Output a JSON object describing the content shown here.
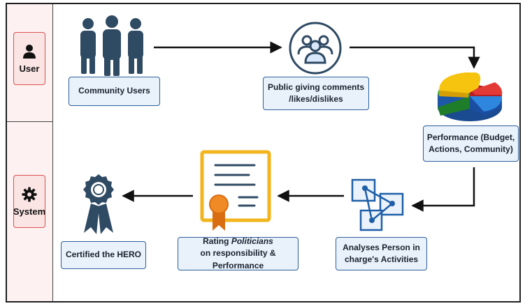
{
  "lanes": {
    "user": {
      "label": "User",
      "icon": "person-icon"
    },
    "system": {
      "label": "System",
      "icon": "gear-icon"
    }
  },
  "nodes": {
    "community_users": {
      "label": "Community Users",
      "icon": "people-group-icon"
    },
    "public_comments": {
      "line1": "Public giving comments",
      "line2": "/likes/dislikes",
      "icon": "people-circle-icon"
    },
    "performance": {
      "line1": "Performance (Budget,",
      "line2": "Actions, Community)",
      "icon": "pie-chart-icon"
    },
    "analyses": {
      "line1": "Analyses Person in",
      "line2": "charge's Activities",
      "icon": "network-analysis-icon"
    },
    "rating": {
      "line1_prefix": "Rating ",
      "line1_em": "Politicians",
      "line2": "on responsibility & Performance",
      "icon": "certificate-icon"
    },
    "certified": {
      "label": "Certified the HERO",
      "icon": "award-ribbon-icon"
    }
  },
  "colors": {
    "box_fill": "#e9f1fa",
    "box_border": "#2b5f99",
    "lane_fill": "#fdf1f1",
    "lane_card_border": "#d9534f",
    "icon_dark": "#2f4a63",
    "certificate_gold": "#f2b51d",
    "seal_orange": "#f08a24"
  }
}
